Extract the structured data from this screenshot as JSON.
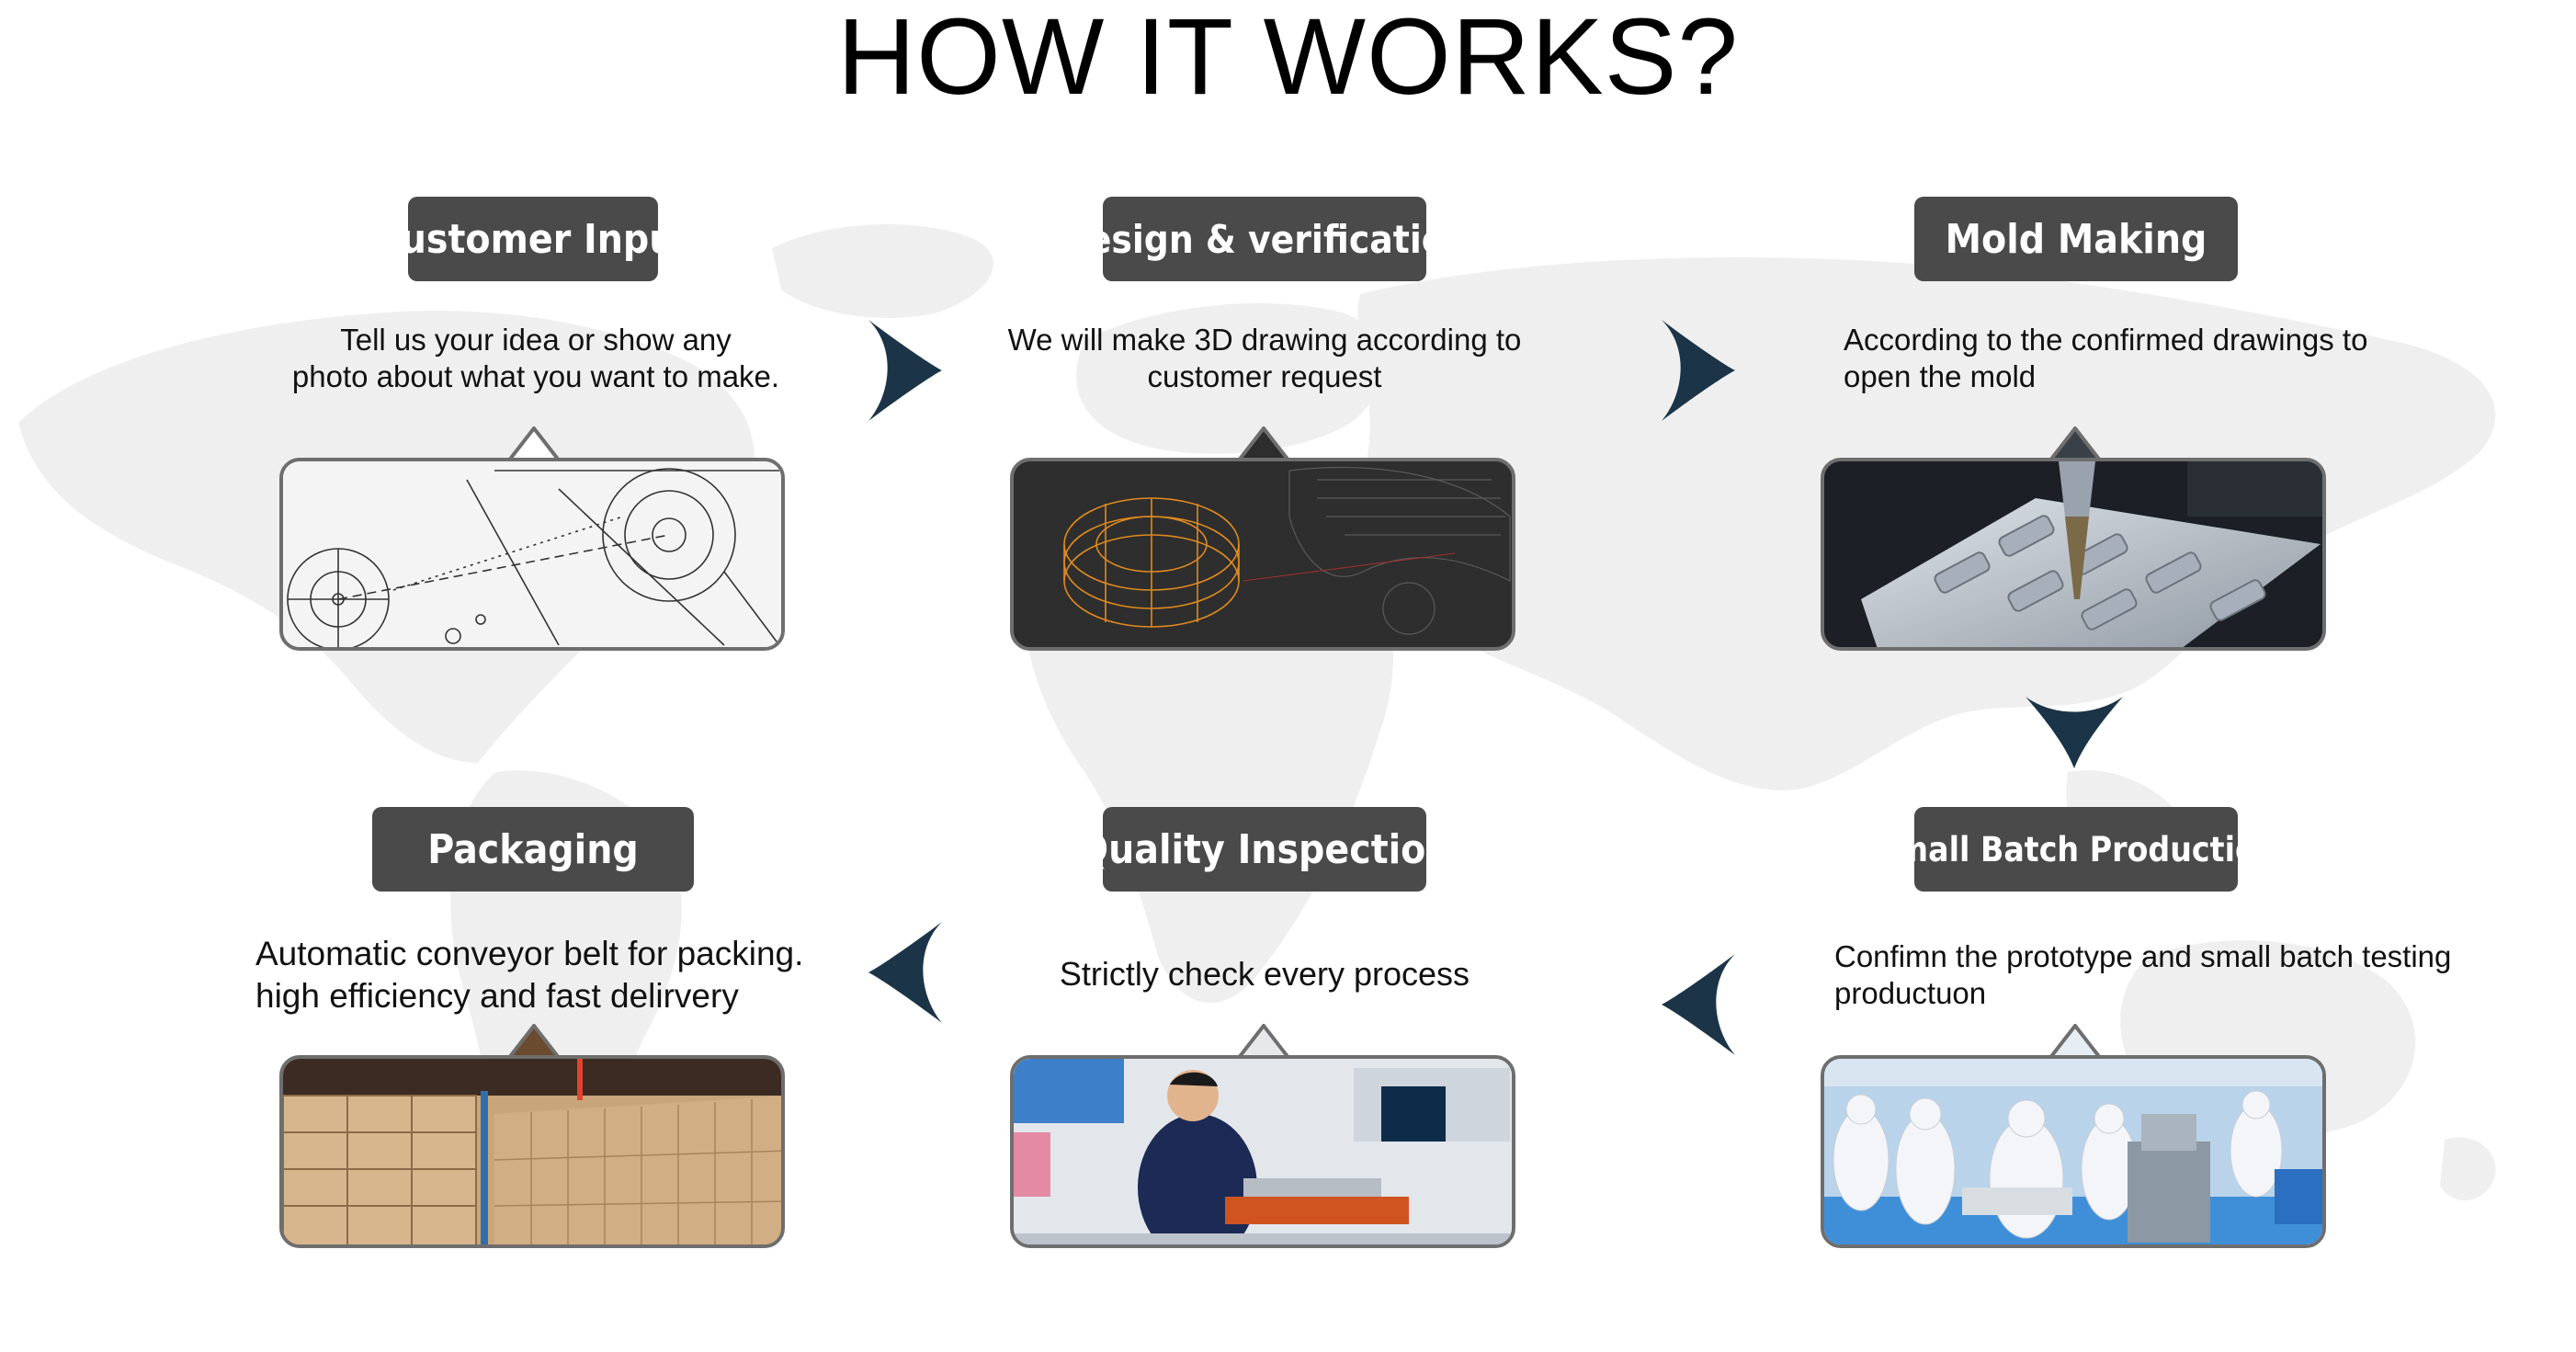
{
  "title": "HOW IT WORKS?",
  "colors": {
    "badge": "#4a4a4a",
    "arrow": "#1b3447",
    "frame": "#6e6e6e",
    "map": "#efefef"
  },
  "steps": [
    {
      "label": "Customer Input",
      "description": [
        "Tell us your idea or show any",
        "photo about what you want to make."
      ],
      "image": "technical-sketch"
    },
    {
      "label": "Design & verification",
      "description": [
        "We will make 3D drawing according to",
        "customer request"
      ],
      "image": "3d-wireframe-render"
    },
    {
      "label": "Mold Making",
      "description": [
        "According to the confirmed drawings to",
        "open the mold"
      ],
      "image": "cnc-milling"
    },
    {
      "label": "Small Batch Production",
      "description": [
        "Confimn the prototype and small batch testing",
        "productuon"
      ],
      "image": "clean-room-workers"
    },
    {
      "label": "Quality Inspection",
      "description": [
        "Strictly check every process"
      ],
      "image": "inspection-lab"
    },
    {
      "label": "Packaging",
      "description": [
        "Automatic conveyor belt for packing.",
        "high efficiency and fast delirvery"
      ],
      "image": "warehouse-boxes"
    }
  ],
  "arrows": [
    "chevron-right-icon",
    "chevron-right-icon",
    "chevron-down-icon",
    "chevron-left-icon",
    "chevron-left-icon"
  ]
}
